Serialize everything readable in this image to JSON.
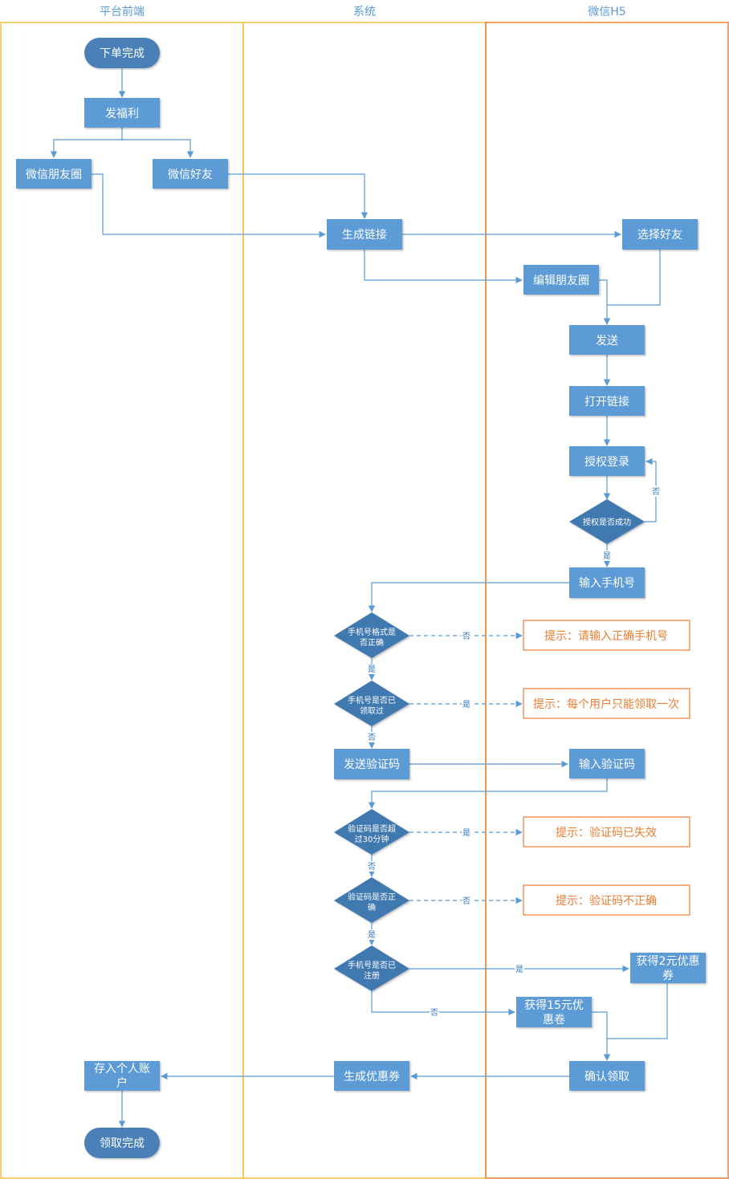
{
  "lanes": [
    "平台前端",
    "系统",
    "微信H5"
  ],
  "nodes": {
    "start": "下单完成",
    "fafuli": "发福利",
    "pyq": "微信朋友圈",
    "hy": "微信好友",
    "gen_link": "生成链接",
    "choose_friend": "选择好友",
    "edit_pyq": "编辑朋友圈",
    "send": "发送",
    "open_link": "打开链接",
    "auth": "授权登录",
    "auth_ok": "授权是否成功",
    "input_phone": "输入手机号",
    "phone_fmt": [
      "手机号格式是",
      "否正确"
    ],
    "tip_phone": "提示：请输入正确手机号",
    "phone_got": [
      "手机号是否已",
      "领取过"
    ],
    "tip_once": "提示：每个用户只能领取一次",
    "send_code": "发送验证码",
    "input_code": "输入验证码",
    "code_expire": [
      "验证码是否超",
      "过30分钟"
    ],
    "tip_expired": "提示：验证码已失效",
    "code_ok": [
      "验证码是否正",
      "确"
    ],
    "tip_wrong": "提示：验证码不正确",
    "phone_reg": [
      "手机号是否已",
      "注册"
    ],
    "got_2": [
      "获得2元优惠",
      "券"
    ],
    "got_15": [
      "获得15元优",
      "惠卷"
    ],
    "confirm": "确认领取",
    "gen_coupon": "生成优惠券",
    "save_account": [
      "存入个人账",
      "户"
    ],
    "end": "领取完成"
  },
  "edge_labels": {
    "auth_no": "否",
    "auth_yes": "是",
    "fmt_no": "否",
    "fmt_yes": "是",
    "got_yes": "是",
    "got_no": "否",
    "expire_yes": "是",
    "expire_no": "否",
    "codeok_no": "否",
    "codeok_yes": "是",
    "reg_yes": "是",
    "reg_no": "否"
  },
  "colors": {
    "process_fill": "#5b9bd5",
    "terminal_fill": "#4a80b8",
    "decision_fill": "#3f78b0",
    "edge": "#5b9bd5",
    "tip_border": "#ed7d31",
    "tip_text": "#ed7d31",
    "lane1_border": "#f5c040",
    "lane2_border": "#f5c040",
    "lane3_border": "#ed7d31"
  }
}
